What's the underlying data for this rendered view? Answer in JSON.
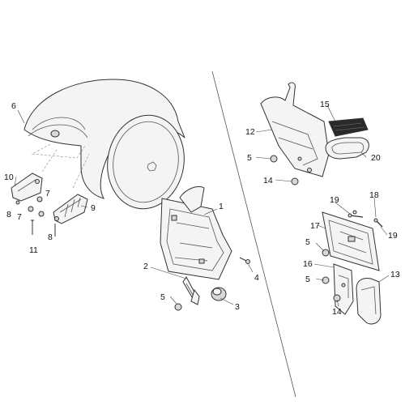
{
  "callouts": {
    "c1": "1",
    "c2": "2",
    "c3": "3",
    "c4": "4",
    "c5a": "5",
    "c5b": "5",
    "c5c": "5",
    "c5d": "5",
    "c6": "6",
    "c7a": "7",
    "c7b": "7",
    "c8a": "8",
    "c8b": "8",
    "c9": "9",
    "c10": "10",
    "c11": "11",
    "c12": "12",
    "c13": "13",
    "c14a": "14",
    "c14b": "14",
    "c15": "15",
    "c16": "16",
    "c17": "17",
    "c18": "18",
    "c19a": "19",
    "c19b": "19",
    "c20": "20"
  }
}
